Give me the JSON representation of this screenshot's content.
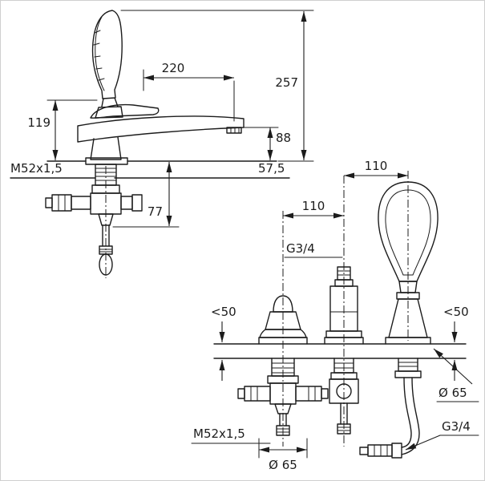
{
  "colors": {
    "background": "#ffffff",
    "line": "#1c1c1c",
    "frame": "#cfcfcf"
  },
  "side_view": {
    "dims": {
      "d220": "220",
      "d257": "257",
      "d119": "119",
      "d88": "88",
      "d57_5": "57,5",
      "d77": "77",
      "m52": "M52x1,5"
    }
  },
  "front_view": {
    "dims": {
      "d110_right": "110",
      "d110_left": "110",
      "g34_top": "G3/4",
      "lt50_left": "<50",
      "lt50_right": "<50",
      "dia65_right": "Ø 65",
      "g34_bottom": "G3/4",
      "m52": "M52x1,5",
      "dia65_bottom": "Ø 65"
    }
  }
}
